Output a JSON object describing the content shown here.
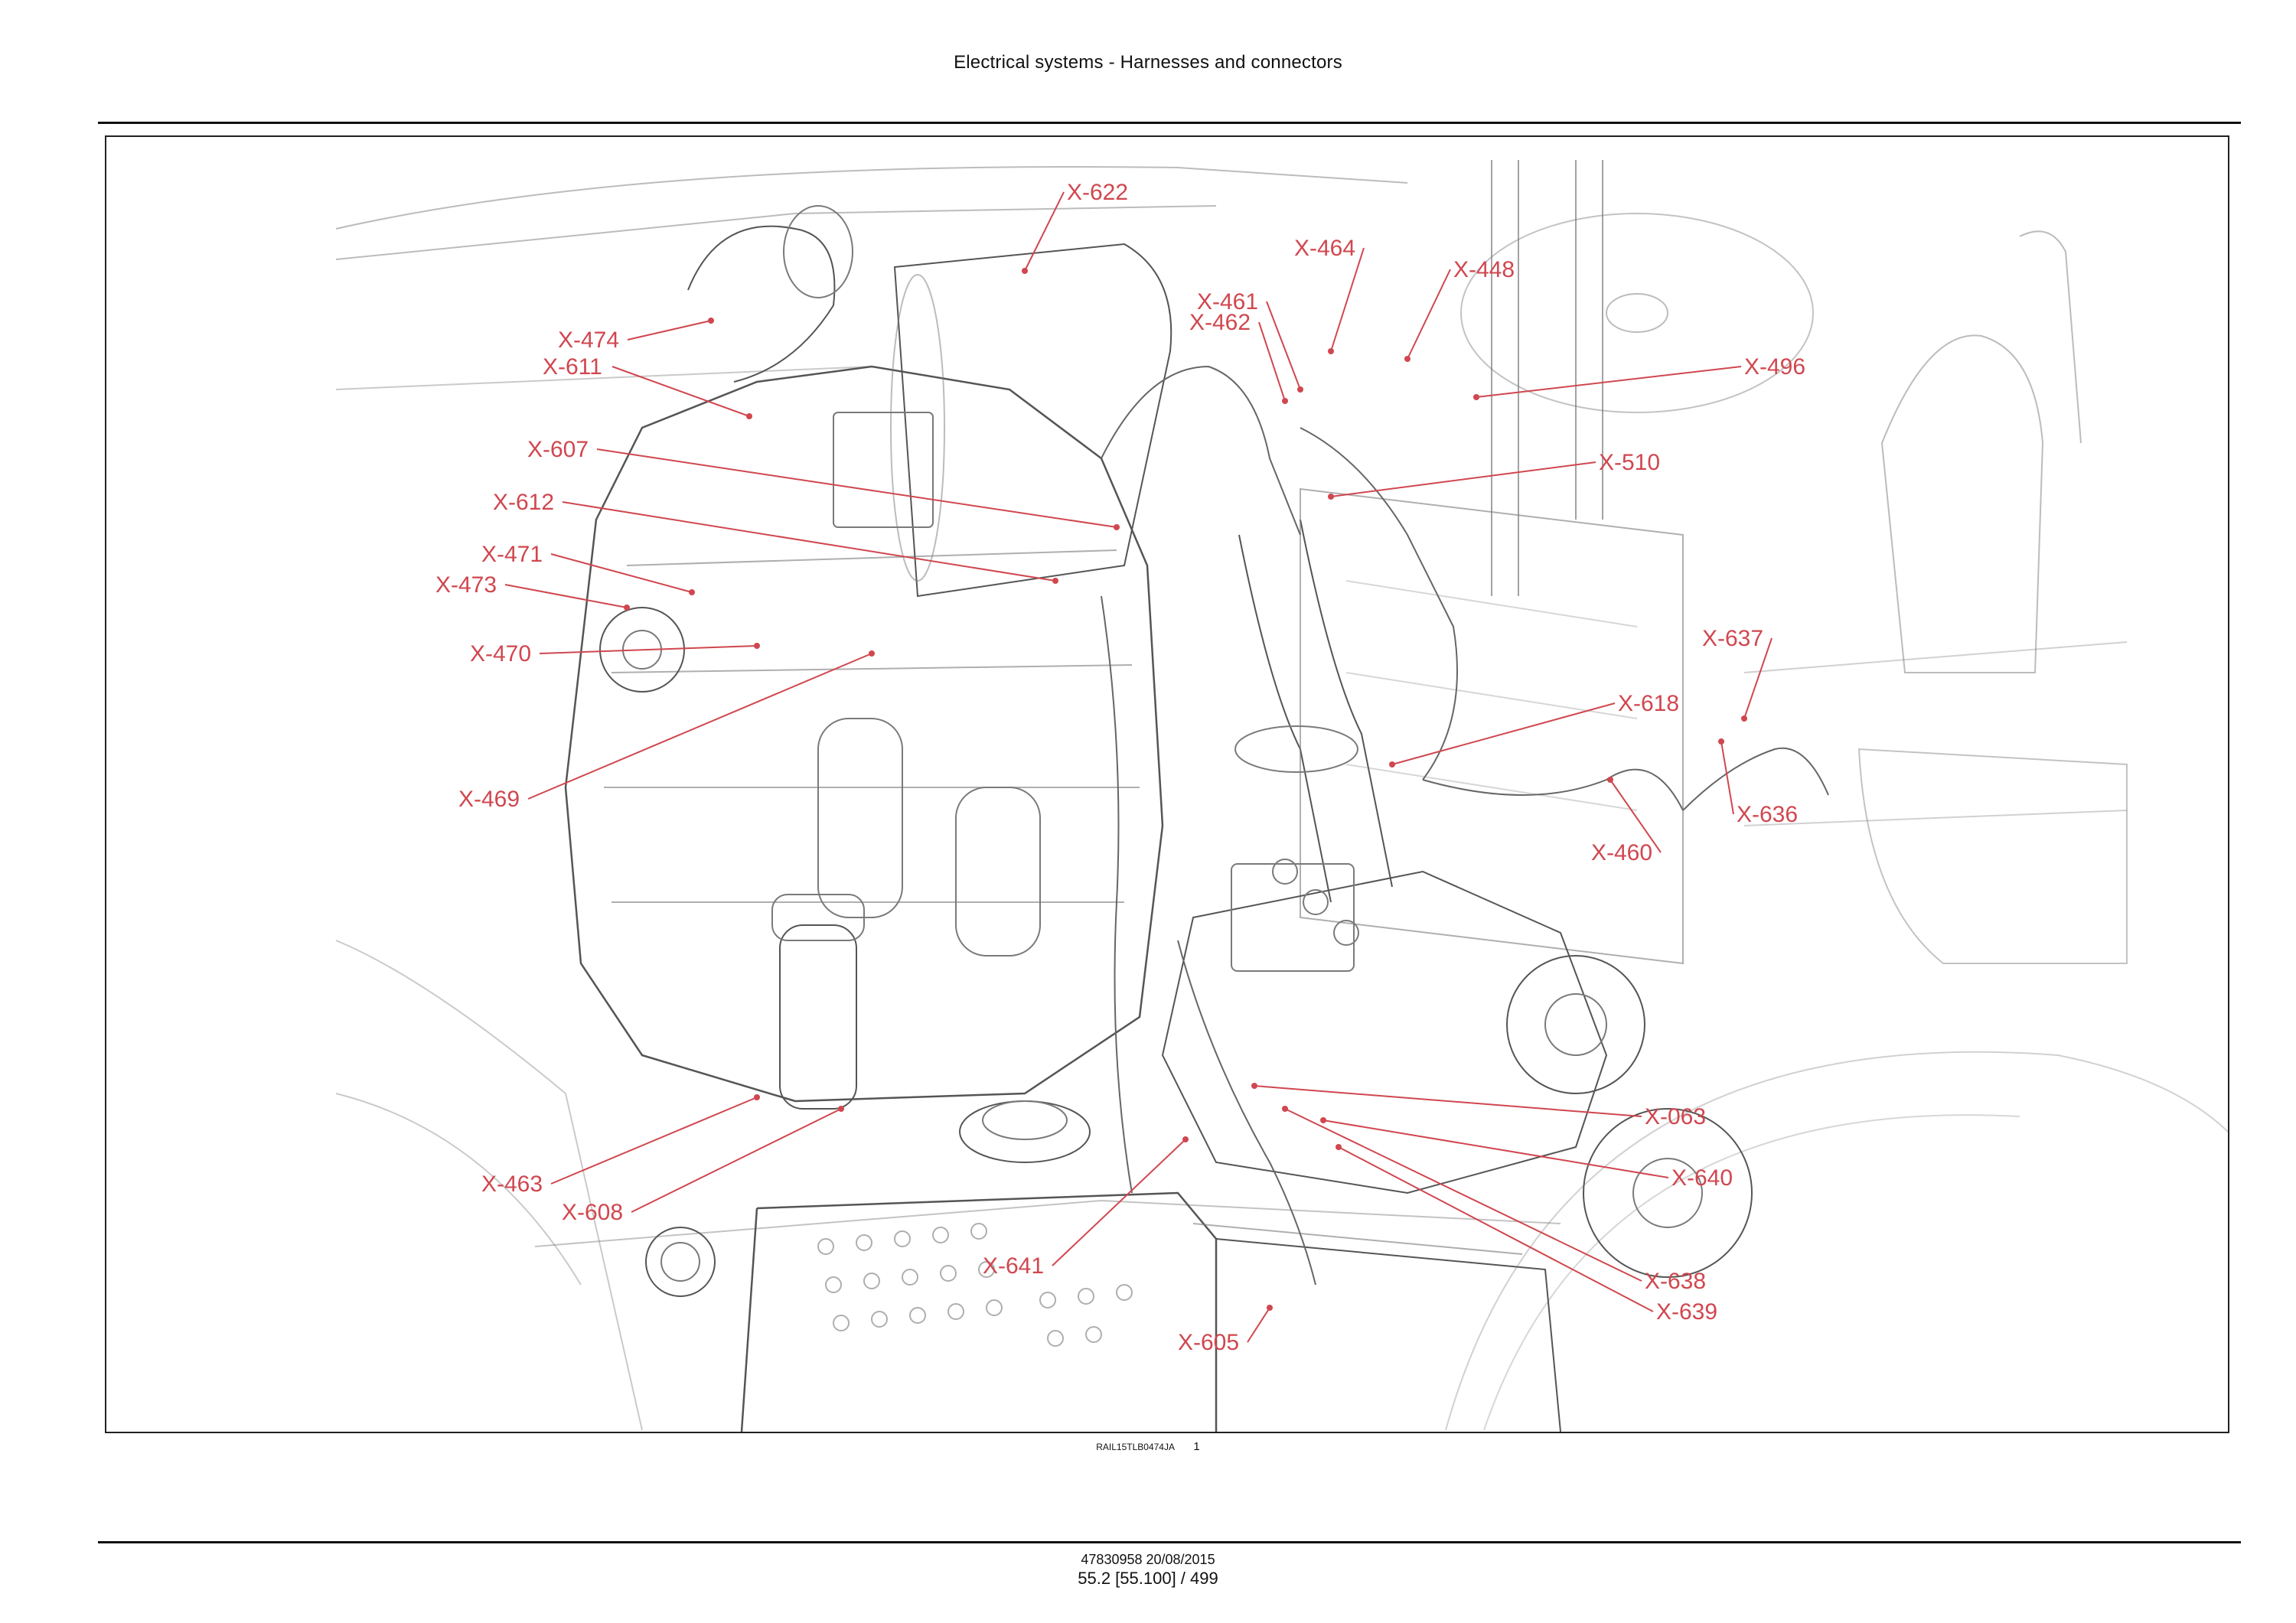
{
  "header": {
    "title": "Electrical systems - Harnesses and connectors"
  },
  "figure": {
    "reference": "RAIL15TLB0474JA",
    "number": "1",
    "callout_color": "#d0474f",
    "line_color": "#7a7a7a",
    "callouts": [
      {
        "id": "X-622"
      },
      {
        "id": "X-464"
      },
      {
        "id": "X-448"
      },
      {
        "id": "X-461"
      },
      {
        "id": "X-462"
      },
      {
        "id": "X-474"
      },
      {
        "id": "X-611"
      },
      {
        "id": "X-496"
      },
      {
        "id": "X-607"
      },
      {
        "id": "X-510"
      },
      {
        "id": "X-612"
      },
      {
        "id": "X-471"
      },
      {
        "id": "X-473"
      },
      {
        "id": "X-637"
      },
      {
        "id": "X-470"
      },
      {
        "id": "X-618"
      },
      {
        "id": "X-469"
      },
      {
        "id": "X-636"
      },
      {
        "id": "X-460"
      },
      {
        "id": "X-063"
      },
      {
        "id": "X-640"
      },
      {
        "id": "X-463"
      },
      {
        "id": "X-608"
      },
      {
        "id": "X-641"
      },
      {
        "id": "X-638"
      },
      {
        "id": "X-639"
      },
      {
        "id": "X-605"
      }
    ]
  },
  "footer": {
    "doc": "47830958 20/08/2015",
    "page": "55.2 [55.100] / 499"
  }
}
